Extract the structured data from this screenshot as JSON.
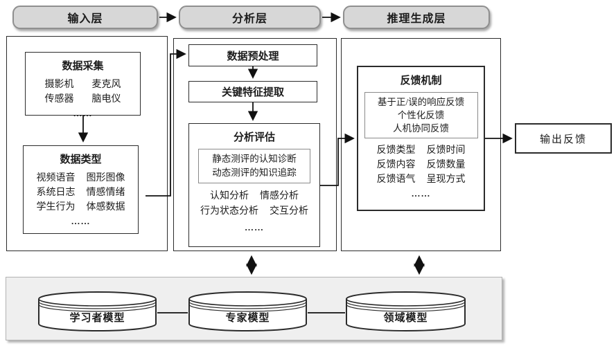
{
  "layers": {
    "items": [
      "输入层",
      "分析层",
      "推理生成层"
    ]
  },
  "input": {
    "collection": {
      "title": "数据采集",
      "items": [
        "摄影机",
        "麦克风",
        "传感器",
        "脑电仪"
      ],
      "ellipsis": "……"
    },
    "types": {
      "title": "数据类型",
      "items": [
        "视频语音",
        "图形图像",
        "系统日志",
        "情感情绪",
        "学生行为",
        "体感数据"
      ],
      "ellipsis": "……"
    }
  },
  "analysis": {
    "preprocess_label": "数据预处理",
    "feature_label": "关键特征提取",
    "evaluation": {
      "title": "分析评估",
      "inner": [
        "静态测评的认知诊断",
        "动态测评的知识追踪"
      ],
      "items": [
        "认知分析",
        "情感分析",
        "行为状态分析",
        "交互分析"
      ],
      "ellipsis": "……"
    }
  },
  "generation": {
    "feedback": {
      "title": "反馈机制",
      "inner": [
        "基于正/误的响应反馈",
        "个性化反馈",
        "人机协同反馈"
      ],
      "items": [
        "反馈类型",
        "反馈时间",
        "反馈内容",
        "反馈数量",
        "反馈语气",
        "呈现方式"
      ],
      "ellipsis": "……"
    }
  },
  "output_label": "输出反馈",
  "models": {
    "items": [
      "学习者模型",
      "专家模型",
      "领域模型"
    ]
  },
  "colors": {
    "pill_fill": "#d7d7d7",
    "pill_border": "#8f8f8f",
    "box_border": "#2b2b2b",
    "inner_border": "#8a8a8a",
    "panel_fill": "#efefef",
    "line": "#111111"
  }
}
